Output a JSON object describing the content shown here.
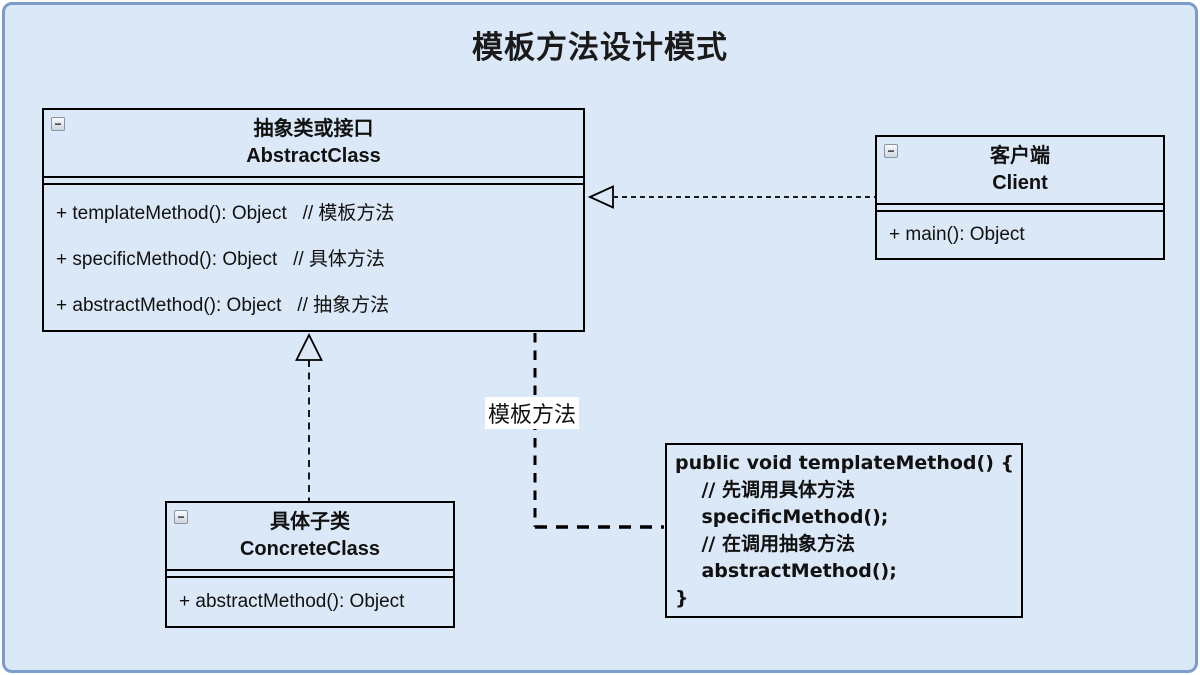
{
  "page": {
    "title": "模板方法设计模式",
    "background_color": "#dbe8f7",
    "frame_border_color": "#7c9cc9",
    "line_color": "#000000"
  },
  "icons": {
    "collapse": "−"
  },
  "classes": {
    "abstract": {
      "name_cn": "抽象类或接口",
      "name_en": "AbstractClass",
      "methods": [
        "+ templateMethod(): Object   // 模板方法",
        "+ specificMethod(): Object   // 具体方法",
        "+ abstractMethod(): Object   // 抽象方法"
      ]
    },
    "client": {
      "name_cn": "客户端",
      "name_en": "Client",
      "methods": [
        "+ main(): Object"
      ]
    },
    "concrete": {
      "name_cn": "具体子类",
      "name_en": "ConcreteClass",
      "methods": [
        "+ abstractMethod(): Object"
      ]
    }
  },
  "note": {
    "code_lines": [
      "public void templateMethod() {",
      "    // 先调用具体方法",
      "    specificMethod();",
      "    // 在调用抽象方法",
      "    abstractMethod();",
      "}"
    ]
  },
  "connectors": {
    "note_label": "模板方法",
    "client_to_abstract": "dashed-line-hollow-triangle",
    "concrete_to_abstract": "dashed-line-hollow-triangle"
  }
}
